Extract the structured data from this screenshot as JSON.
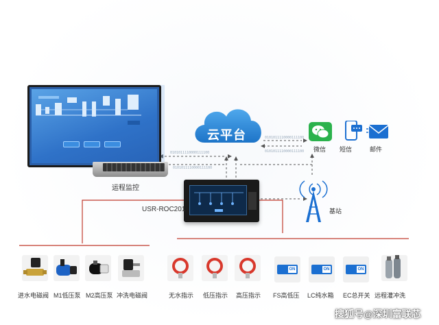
{
  "cloud": {
    "label": "云平台"
  },
  "laptop": {
    "label": "运程监控"
  },
  "device": {
    "label": "USR-ROC201"
  },
  "tower": {
    "label": "基站"
  },
  "messaging": [
    {
      "label": "微信",
      "icon": "wechat-icon"
    },
    {
      "label": "短信",
      "icon": "sms-phone-icon"
    },
    {
      "label": "邮件",
      "icon": "mail-icon"
    }
  ],
  "binary_text": "0101011110000111100",
  "items": [
    {
      "label": "进水电磁阀",
      "icon": "solenoid-valve-icon"
    },
    {
      "label": "M1低压泵",
      "icon": "low-pressure-pump-icon"
    },
    {
      "label": "M2高压泵",
      "icon": "high-pressure-pump-icon"
    },
    {
      "label": "冲洗电磁阀",
      "icon": "flush-valve-icon"
    },
    {
      "label": "无水指示",
      "icon": "no-water-meter-icon"
    },
    {
      "label": "低压指示",
      "icon": "low-pressure-meter-icon"
    },
    {
      "label": "高压指示",
      "icon": "high-pressure-meter-icon"
    },
    {
      "label": "FS高低压",
      "icon": "switch-icon",
      "switch_text": "ON"
    },
    {
      "label": "LC纯水箱",
      "icon": "switch-icon",
      "switch_text": "ON"
    },
    {
      "label": "EC总开关",
      "icon": "switch-icon",
      "switch_text": "ON"
    },
    {
      "label": "远程灌冲洗",
      "icon": "filter-tanks-icon"
    }
  ],
  "watermark": "搜狐号@深圳富联芯",
  "colors": {
    "cloud": "#2a8ad8",
    "line": "#c0392b",
    "accent": "#1b6fd1",
    "wechat": "#2bb24c"
  }
}
